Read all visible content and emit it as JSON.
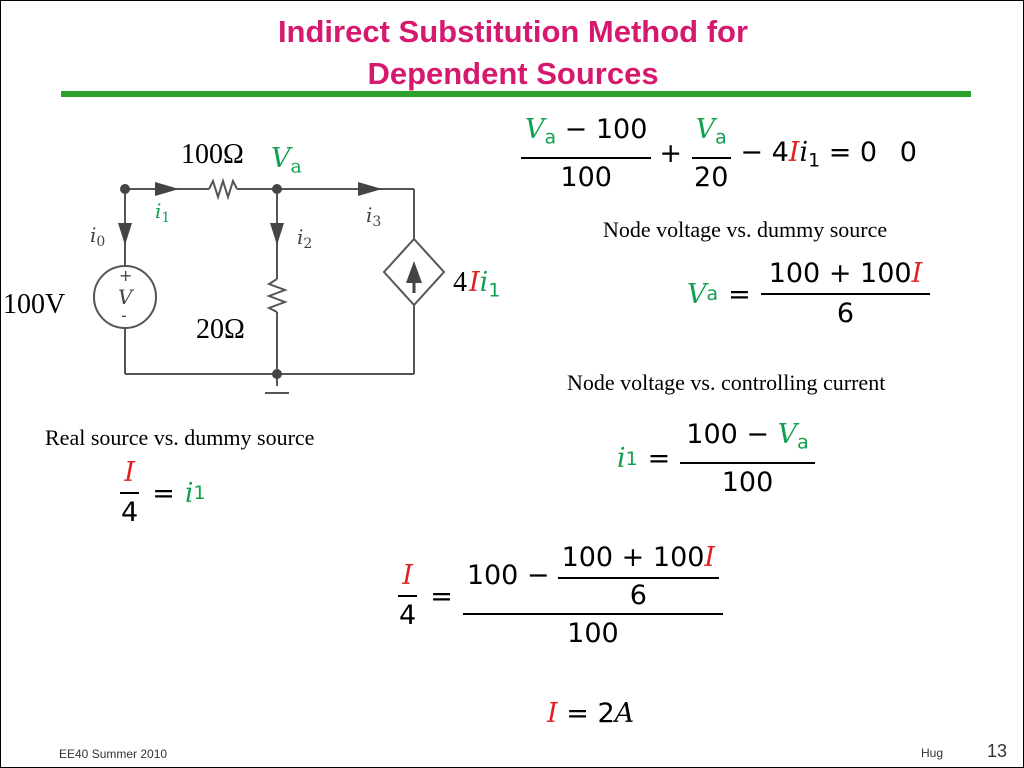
{
  "slide": {
    "title_line1": "Indirect Substitution Method for",
    "title_line2": "Dependent Sources",
    "footer_left": "EE40 Summer 2010",
    "footer_author": "Hug",
    "page_number": "13",
    "colors": {
      "title": "#d6196f",
      "rule": "#2aa12a",
      "green": "#11a050",
      "red": "#e02020"
    }
  },
  "circuit": {
    "r1_label": "100Ω",
    "va_label": "V",
    "va_sub": "a",
    "source_label": "100V",
    "r2_label": "20Ω",
    "dep_coeff": "4",
    "dep_dummy": "I",
    "dep_var": "i",
    "dep_sub": "1",
    "i0": "i",
    "i0_sub": "0",
    "i1": "i",
    "i1_sub": "1",
    "i2": "i",
    "i2_sub": "2",
    "i3": "i",
    "i3_sub": "3",
    "plus": "+",
    "minus": "-",
    "v": "V"
  },
  "equations": {
    "kcl": {
      "num1_var": "V",
      "num1_sub": "a",
      "num1_rest": " − 100",
      "den1": "100",
      "plus": "+",
      "num2_var": "V",
      "num2_sub": "a",
      "den2": "20",
      "tail_minus": "− 4",
      "tail_I": "I",
      "tail_i": "i",
      "tail_i_sub": "1",
      "tail_eq": "= 0",
      "tail_zero": "0"
    },
    "note1": "Node voltage vs. dummy source",
    "va": {
      "lhs_var": "V",
      "lhs_sub": "a",
      "eq": "=",
      "num": "100 + 100",
      "num_I": "I",
      "den": "6"
    },
    "note2": "Node voltage vs. controlling current",
    "i1": {
      "lhs_var": "i",
      "lhs_sub": "1",
      "eq": "=",
      "num": "100 − ",
      "num_var": "V",
      "num_sub": "a",
      "den": "100"
    },
    "note3": "Real source vs. dummy source",
    "src": {
      "num_I": "I",
      "den": "4",
      "eq": "=",
      "rhs_var": "i",
      "rhs_sub": "1"
    },
    "combined": {
      "lhs_I": "I",
      "lhs_den": "4",
      "eq": "=",
      "outer_num_prefix": "100 −",
      "inner_num": "100 + 100",
      "inner_I": "I",
      "inner_den": "6",
      "outer_den": "100"
    },
    "result": {
      "I": "I",
      "eq": "= 2",
      "unit": "A"
    }
  }
}
